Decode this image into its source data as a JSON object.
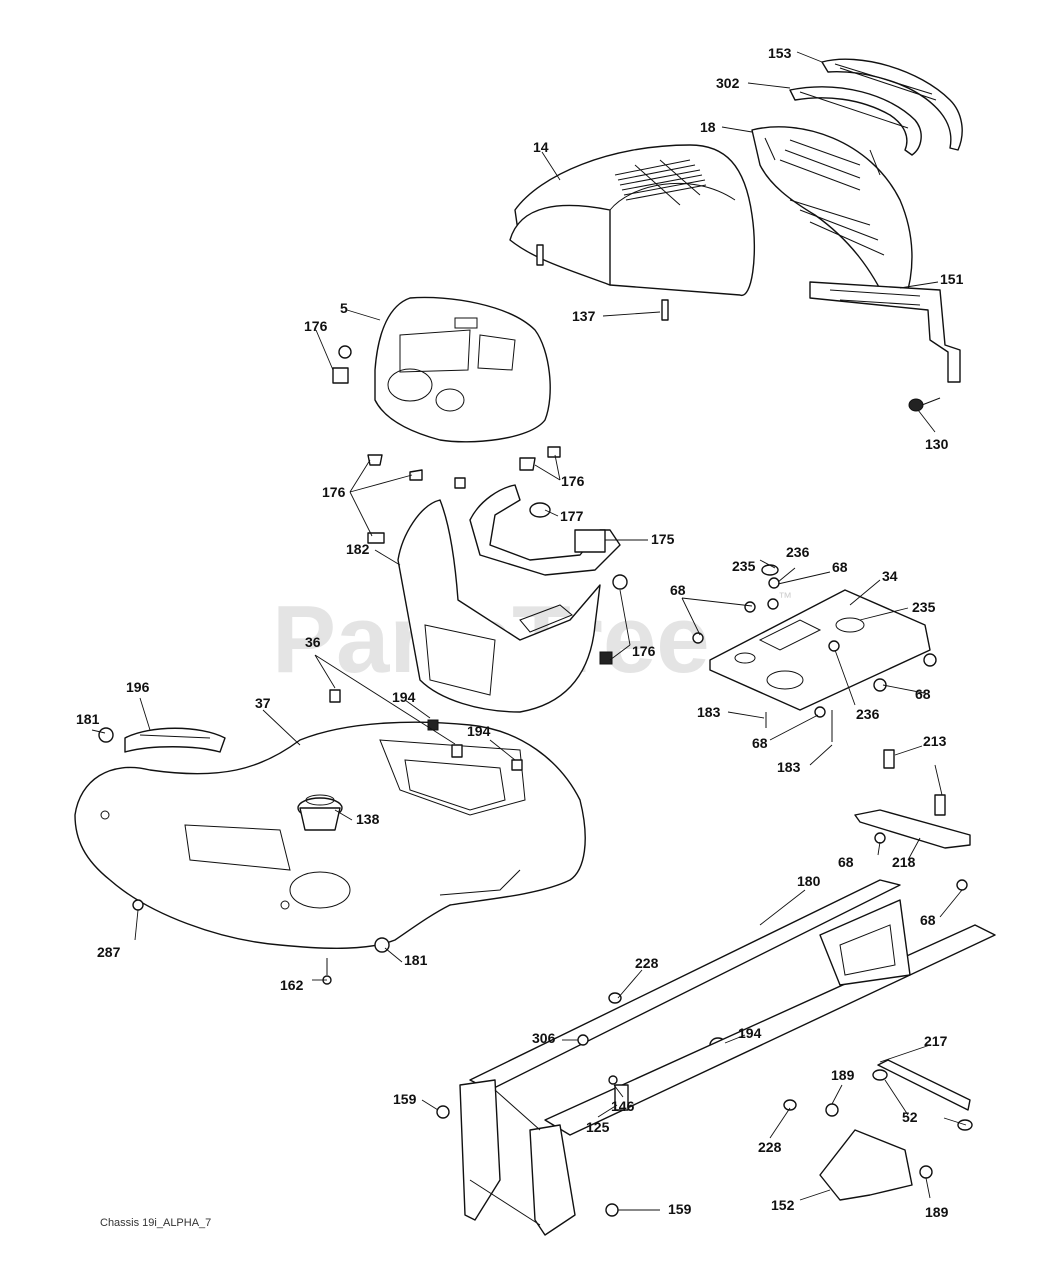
{
  "watermark": {
    "text": "PartsTree",
    "trademark": "™"
  },
  "footer_label": "Chassis 19i_ALPHA_7",
  "callouts": [
    "153",
    "302",
    "18",
    "14",
    "151",
    "137",
    "130",
    "5",
    "176",
    "176",
    "176",
    "177",
    "175",
    "182",
    "176",
    "236",
    "235",
    "68",
    "34",
    "68",
    "235",
    "68",
    "36",
    "196",
    "37",
    "194",
    "194",
    "181",
    "183",
    "236",
    "68",
    "183",
    "213",
    "138",
    "218",
    "68",
    "180",
    "68",
    "287",
    "181",
    "162",
    "228",
    "194",
    "217",
    "306",
    "189",
    "159",
    "146",
    "125",
    "52",
    "228",
    "152",
    "159",
    "189"
  ]
}
